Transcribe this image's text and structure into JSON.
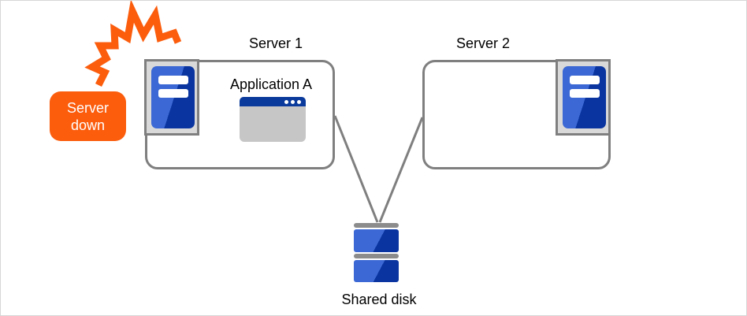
{
  "alert": {
    "label": "Server down"
  },
  "server1": {
    "label": "Server 1",
    "app": {
      "label": "Application A"
    }
  },
  "server2": {
    "label": "Server 2"
  },
  "disk": {
    "label": "Shared disk"
  },
  "icons": {
    "alert": "explosion-icon",
    "server1": "server-tower-icon",
    "server2": "server-tower-icon",
    "app": "application-window-icon",
    "disk": "shared-disk-icon"
  },
  "colors": {
    "orange": "#fb5d0d",
    "blue-light": "#3b68d4",
    "blue-dark": "#0a35a0",
    "title-blue": "#0a3a9b",
    "line-gray": "#7f7f7f",
    "icon-bg": "#d9d9d9",
    "win-body": "#c6c6c6",
    "disk-cap": "#8c8c8c",
    "frame-border": "#d6d6d6",
    "frame-bg": "#ffffff"
  }
}
